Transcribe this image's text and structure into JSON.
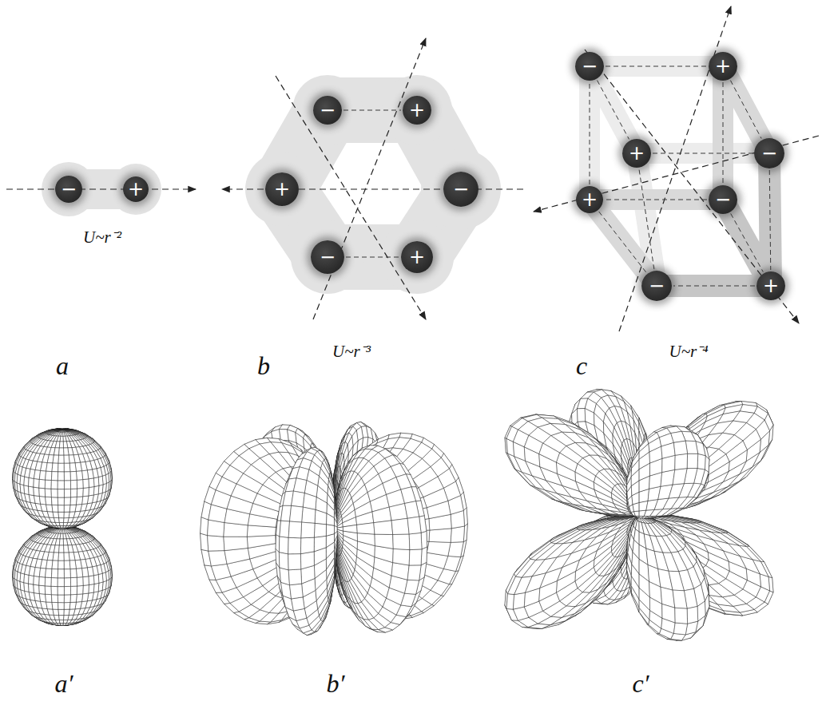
{
  "diagram": {
    "nodes": [
      {
        "text": [
          "−"
        ]
      },
      {
        "text": [
          "+"
        ]
      },
      {
        "text": [
          "−"
        ]
      },
      {
        "text": [
          "+"
        ]
      },
      {
        "text": [
          "+"
        ]
      },
      {
        "text": [
          "−"
        ]
      },
      {
        "text": [
          "−"
        ]
      },
      {
        "text": [
          "+"
        ]
      },
      {
        "text": [
          "−"
        ]
      },
      {
        "text": [
          "+"
        ]
      },
      {
        "text": [
          "+"
        ]
      },
      {
        "text": [
          "−"
        ]
      },
      {
        "text": [
          "+"
        ]
      },
      {
        "text": [
          "−"
        ]
      },
      {
        "text": [
          "−"
        ]
      },
      {
        "text": [
          "+"
        ]
      }
    ],
    "edges": [
      {
        "from": 2,
        "to": 3,
        "arrow": "none"
      },
      {
        "from": 6,
        "to": 7,
        "arrow": "none"
      },
      {
        "from": 8,
        "to": 9,
        "arrow": "none"
      },
      {
        "from": 9,
        "to": 13,
        "arrow": "none"
      },
      {
        "from": 13,
        "to": 12,
        "arrow": "none"
      },
      {
        "from": 12,
        "to": 8,
        "arrow": "none"
      },
      {
        "from": 10,
        "to": 11,
        "arrow": "none"
      },
      {
        "from": 11,
        "to": 15,
        "arrow": "none"
      },
      {
        "from": 15,
        "to": 14,
        "arrow": "none"
      },
      {
        "from": 14,
        "to": 10,
        "arrow": "none"
      },
      {
        "from": 8,
        "to": 10,
        "arrow": "none"
      },
      {
        "from": 9,
        "to": 11,
        "arrow": "none"
      },
      {
        "from": 12,
        "to": 14,
        "arrow": "none"
      },
      {
        "from": 13,
        "to": 15,
        "arrow": "none"
      }
    ],
    "labels": [
      "U~r⁻²",
      "a",
      "U~r⁻³",
      "b",
      "U~r⁻⁴",
      "c",
      "a′",
      "b′",
      "c′"
    ]
  }
}
